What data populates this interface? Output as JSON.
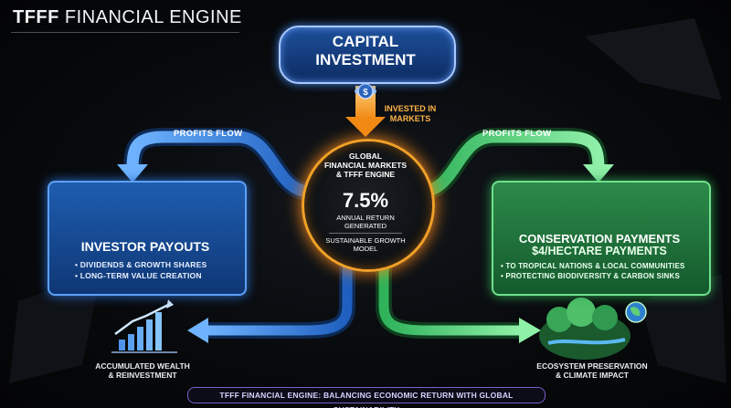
{
  "header": {
    "title_bold": "TFFF",
    "title_rest": " FINANCIAL ENGINE"
  },
  "capital": {
    "line1": "CAPITAL",
    "line2": "INVESTMENT"
  },
  "invested_label": {
    "line1": "INVESTED IN",
    "line2": "MARKETS"
  },
  "profits_left": "PROFITS FLOW",
  "profits_right": "PROFITS FLOW",
  "hub": {
    "line1": "GLOBAL",
    "line2": "FINANCIAL MARKETS",
    "line3": "& TFFF ENGINE",
    "rate": "7.5%",
    "rate_caption1": "ANNUAL RETURN",
    "rate_caption2": "GENERATED",
    "model1": "SUSTAINABLE GROWTH",
    "model2": "MODEL"
  },
  "investor": {
    "title": "INVESTOR PAYOUTS",
    "bullet1": "• DIVIDENDS & GROWTH SHARES",
    "bullet2": "• LONG-TERM VALUE CREATION"
  },
  "conservation": {
    "title": "CONSERVATION PAYMENTS",
    "subtitle": "$4/HECTARE PAYMENTS",
    "bullet1": "• TO TROPICAL NATIONS & LOCAL COMMUNITIES",
    "bullet2": "• PROTECTING BIODIVERSITY & CARBON SINKS"
  },
  "wealth": {
    "line1": "ACCUMULATED WEALTH",
    "line2": "& REINVESTMENT"
  },
  "ecosystem": {
    "line1": "ECOSYSTEM PRESERVATION",
    "line2": "& CLIMATE IMPACT"
  },
  "footer": "TFFF FINANCIAL ENGINE: BALANCING ECONOMIC RETURN WITH GLOBAL SUSTAINABILITY",
  "colors": {
    "blue": "#2f7de0",
    "green": "#3fcf6a",
    "orange": "#f5a23a",
    "purple": "#7a5fc9"
  }
}
